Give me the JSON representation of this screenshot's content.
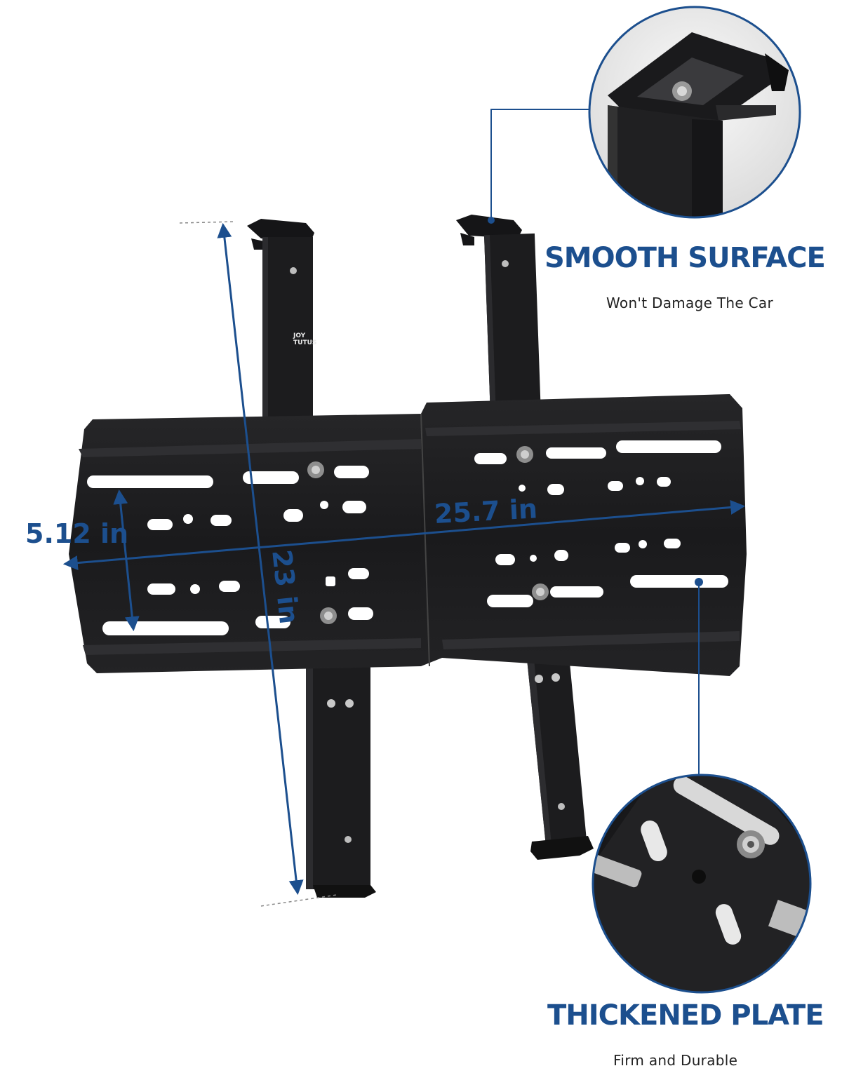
{
  "colors": {
    "accent": "#1c4f8e",
    "metal": "#1d1d1f",
    "metal_edge": "#3a3a3d",
    "slot": "#ffffff"
  },
  "dimensions": {
    "width": "25.7 in",
    "height": "23 in",
    "plate_height": "5.12 in"
  },
  "features": [
    {
      "title": "SMOOTH SURFACE",
      "subtitle": "Won't Damage The Car"
    },
    {
      "title": "THICKENED PLATE",
      "subtitle": "Firm and Durable"
    }
  ],
  "brand": {
    "line1": "JOY",
    "line2": "TUTUS"
  }
}
